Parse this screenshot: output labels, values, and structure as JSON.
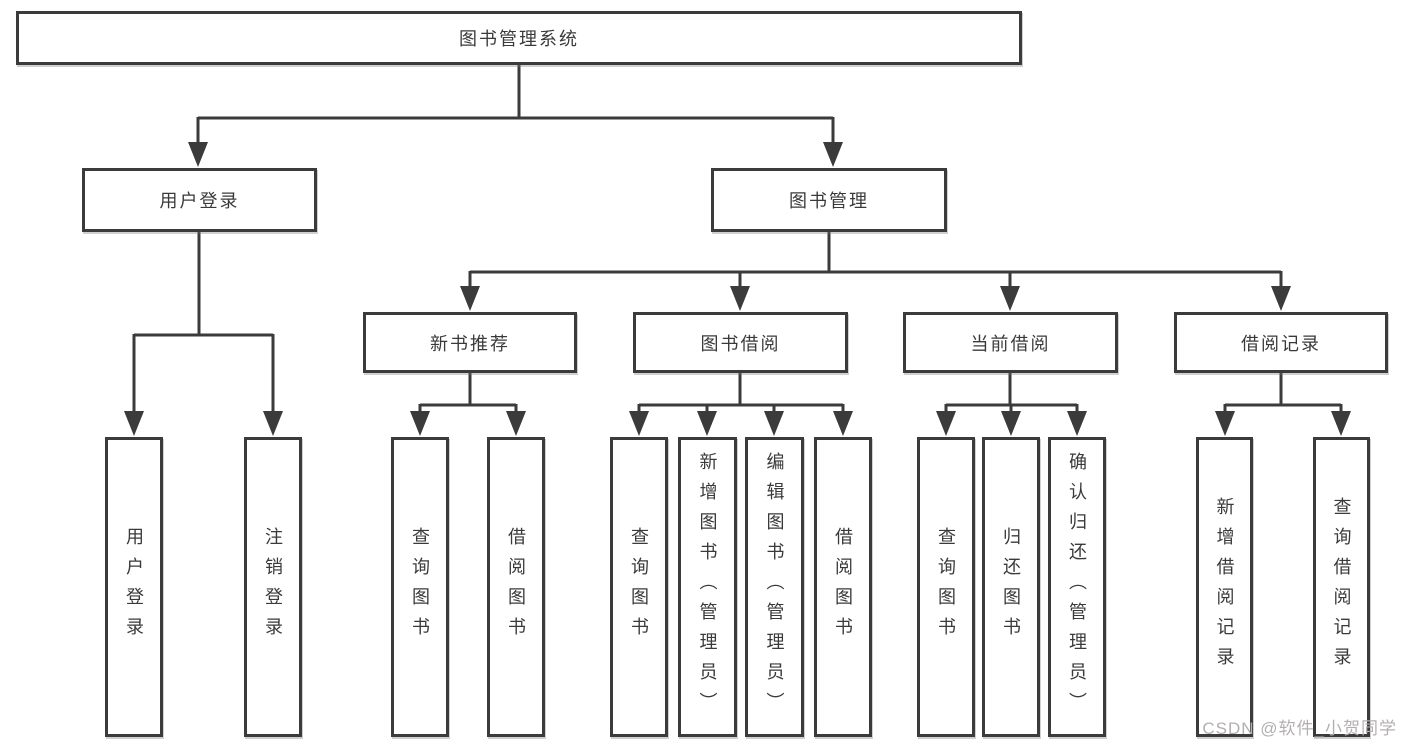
{
  "diagram": {
    "root": {
      "label": "图书管理系统"
    },
    "level2": [
      {
        "label": "用户登录"
      },
      {
        "label": "图书管理"
      }
    ],
    "level3": [
      {
        "label": "新书推荐"
      },
      {
        "label": "图书借阅"
      },
      {
        "label": "当前借阅"
      },
      {
        "label": "借阅记录"
      }
    ],
    "leaves": {
      "user_login": [
        {
          "label": "用户登录"
        },
        {
          "label": "注销登录"
        }
      ],
      "new_books": [
        {
          "label": "查询图书"
        },
        {
          "label": "借阅图书"
        }
      ],
      "book_borrow": [
        {
          "label": "查询图书"
        },
        {
          "label": "新增图书（管理员）"
        },
        {
          "label": "编辑图书（管理员）"
        },
        {
          "label": "借阅图书"
        }
      ],
      "current_borrow": [
        {
          "label": "查询图书"
        },
        {
          "label": "归还图书"
        },
        {
          "label": "确认归还（管理员）"
        }
      ],
      "borrow_records": [
        {
          "label": "新增借阅记录"
        },
        {
          "label": "查询借阅记录"
        }
      ]
    }
  },
  "watermark": {
    "text": "CSDN @软件_小贺同学"
  },
  "colors": {
    "line": "#3b3b3b",
    "text": "#3a3a3a",
    "watermark": "#b3afaf",
    "background": "#ffffff"
  }
}
